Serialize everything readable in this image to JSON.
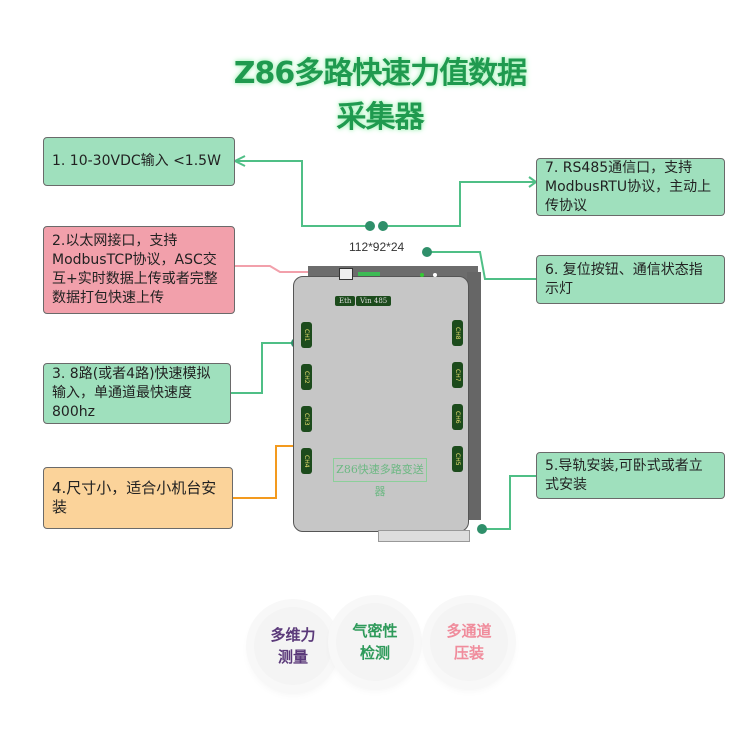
{
  "title": "Z86多路快速力值数据采集器",
  "dimension": "112*92*24",
  "features": {
    "f1": "1. 10-30VDC输入 <1.5W",
    "f2": "2.以太网接口，支持ModbusTCP协议，ASC交互+实时数据上传或者完整数据打包快速上传",
    "f3": "3.  8路(或者4路)快速模拟输入，单通道最快速度800hz",
    "f4": "4.尺寸小，适合小机台安装",
    "f5": "5.导轨安装,可卧式或者立式安装",
    "f6": "6. 复位按钮、通信状态指示灯",
    "f7": "7. RS485通信口，支持ModbusRTU协议，主动上传协议"
  },
  "device": {
    "name": "Z86快速多路变送器",
    "eth": "Eth",
    "vin": "Vin  485",
    "left_channels": [
      "CH1",
      "CH2",
      "CH3",
      "CH4"
    ],
    "right_channels": [
      "CH8",
      "CH7",
      "CH6",
      "CH5"
    ]
  },
  "badges": [
    {
      "line1": "多维力",
      "line2": "测量",
      "color": "#5b3a7a"
    },
    {
      "line1": "气密性",
      "line2": "检测",
      "color": "#2e9a5a"
    },
    {
      "line1": "多通道",
      "line2": "压装",
      "color": "#f08c9c"
    }
  ]
}
